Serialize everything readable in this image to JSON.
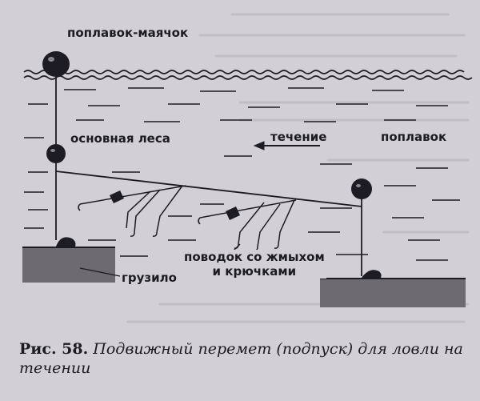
{
  "labels": {
    "beacon_float": "поплавок-маячок",
    "main_line": "основная леса",
    "current": "течение",
    "float": "поплавок",
    "leader_line1": "поводок со жмыхом",
    "leader_line2": "и крючками",
    "sinker": "грузило"
  },
  "caption": {
    "number": "Рис. 58.",
    "text": "Подвижный перемет (подпуск) для ловли на течении"
  }
}
